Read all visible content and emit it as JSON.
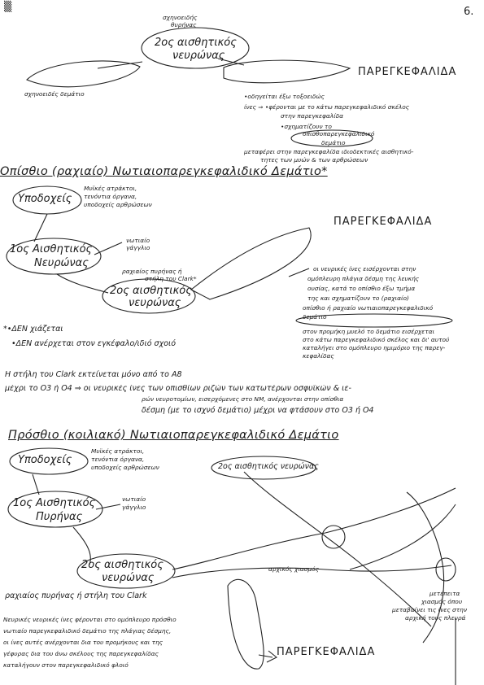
{
  "page_number": "6.",
  "top": {
    "label_synnoeidis_above": "σχηνοειδής",
    "label_dyrhnas_above": "θυρήνας",
    "neuron2": [
      "2ος αισθητικός",
      "νευρώνας"
    ],
    "label_synnoeidis_below": "σχηνοειδές δεμάτιο",
    "paregkefalida": "ΠΑΡΕΓΚΕΦΑΛΙΔΑ",
    "notes": [
      "•οδηγείται έξω τοξοειδώς",
      "ίνες ⇒ •φέρονται με το κάτω παρεγκεφαλιδικό σκέλος",
      "στην παρεγκεφαλίδα",
      "•σχηματίζουν το",
      "οπισθοπαρεγκεφαλιδικό",
      "δεμάτιο",
      "μεταφέρει στην παρεγκεφαλίδα ιδιοδεκτικές αισθητικό-",
      "τητες των μυών & των αρθρώσεων"
    ]
  },
  "section1": {
    "heading": "Οπίσθιο (ραχιαίο) Νωτιαιοπαρεγκεφαλιδικό Δεμάτιο*",
    "receptors": "Υποδοχείς",
    "receptors_note": [
      "Μυϊκές ατράκτοι,",
      "τενόντια όργανα,",
      "υποδοχείς αρθρώσεων"
    ],
    "neuron1": [
      "1ος Αισθητικός",
      "Νευρώνας"
    ],
    "ganglion": [
      "νωτιαίο",
      "γάγγλιο"
    ],
    "clark_label": [
      "ραχιαίος πυρήνας ή",
      "στήλη του Clark*"
    ],
    "neuron2": [
      "2ος αισθητικός",
      "νευρώνας"
    ],
    "paregkefalida": "ΠΑΡΕΓΚΕΦΑΛΙΔΑ",
    "fibers_note": [
      "οι νευρικές ίνες εισέρχονται στην",
      "ομόπλευρη πλάγια δέσμη της λευκής",
      "ουσίας, κατά το οπίσθιο έξω τμήμα",
      "της και σχηματίζουν το (ραχιαίο)",
      "οπίσθιο ή ραχιαίο νωτιαιοπαρεγκεφαλιδικό",
      "δεμάτιο"
    ],
    "star_notes": [
      "*•ΔΕΝ χιάζεται",
      "•ΔΕΝ ανέρχεται στον εγκέφαλο/ιδιό σχοιό"
    ],
    "medulla_note": [
      "στον προμήκη μυελό το δεμάτιο εισέρχεται",
      "στο κάτω παρεγκεφαλιδικό σκέλος και δι' αυτού",
      "καταλήγει στο ομόπλευρο ημιμόριο της παρεγ-",
      "κεφαλίδας"
    ],
    "clark_span_1": "Η στήλη του Clark εκτείνεται μόνο από το Α8",
    "clark_span_2": "μέχρι το Ο3 ή Ο4  ⇒ οι νευρικές ίνες των οπισθίων ριζών των κατωτέρων οσφυϊκών & ιε-",
    "clark_span_3": "ρών νευροτομίων, εισερχόμενες στο ΝΜ, ανέρχονται στην οπίσθια",
    "clark_span_4": "δέσμη (με το ισχνό δεμάτιο) μέχρι να φτάσουν στο Ο3 ή Ο4"
  },
  "section2": {
    "heading": "Πρόσθιο (κοιλιακό) Νωτιαιοπαρεγκεφαλιδικό Δεμάτιο",
    "receptors": "Υποδοχείς",
    "receptors_note": [
      "Μυϊκές ατράκτοι,",
      "τενόντια όργανα,",
      "υποδοχείς αρθρώσεων"
    ],
    "neuron2_top": "2ος αισθητικός νευρώνας",
    "neuron1": [
      "1ος Αισθητικός",
      "Πυρήνας"
    ],
    "ganglion": [
      "νωτιαίο",
      "γάγγλιο"
    ],
    "neuron2": [
      "2ος αισθητικός",
      "νευρώνας"
    ],
    "first_chiasm": "αρχικός χιασμός",
    "second_chiasm": [
      "μετέπειτα",
      "χιασμός όπου",
      "μεταβαίνει τις ίνες στην",
      "αρχική τους πλευρά"
    ],
    "clark_label": "ραχιαίος πυρήνας ή στήλη του Clark",
    "paregkefalida": "ΠΑΡΕΓΚΕΦΑΛΙΔΑ",
    "bottom_note": [
      "Νευρικές νευρικές ίνες φέρονται στο ομόπλευρο πρόσθιο",
      "νωτιαίο παρεγκεφαλιδικό δεμάτιο της πλάγιας δέσμης,",
      "οι ίνες αυτές ανέρχονται δια του προμήκους και της",
      "γέφυρας δια του άνω σκέλους της παρεγκεφαλίδας",
      "καταλήγουν στον παρεγκεφαλιδικό φλοιό"
    ]
  }
}
